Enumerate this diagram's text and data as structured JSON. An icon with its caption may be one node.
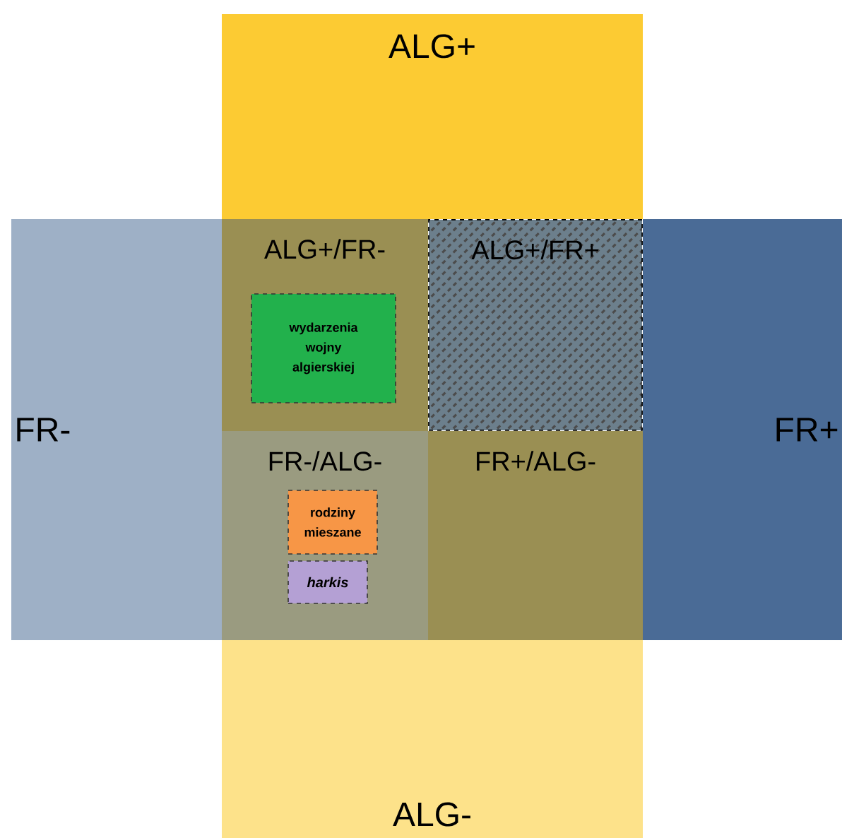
{
  "diagram": {
    "nodes": [
      {
        "text": [
          "ALG+"
        ]
      },
      {
        "text": [
          "ALG+/FR-"
        ]
      },
      {
        "text": [
          "wydarzenia wojny algierskiej"
        ],
        "in": 1
      },
      {
        "text": [
          "ALG+/FR+"
        ]
      },
      {
        "text": [
          "FR-"
        ]
      },
      {
        "text": [
          "FR+"
        ]
      },
      {
        "text": [
          "FR-/ALG-"
        ]
      },
      {
        "text": [
          "rodziny mieszane"
        ],
        "in": 6
      },
      {
        "text": [
          "harkis"
        ],
        "in": 6
      },
      {
        "text": [
          "FR+/ALG-"
        ]
      },
      {
        "text": [
          "ALG-"
        ]
      }
    ]
  }
}
